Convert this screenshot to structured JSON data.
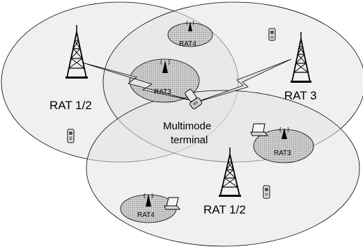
{
  "labels": {
    "rat12_left": "RAT 1/2",
    "rat3_right": "RAT 3",
    "rat12_bottom": "RAT 1/2",
    "terminal_line1": "Multimode",
    "terminal_line2": "terminal",
    "small_rat4_top": "RAT4",
    "small_rat3_center": "RAT3",
    "small_rat3_right": "RAT3",
    "small_rat4_bottom": "RAT4"
  },
  "colors": {
    "cell_fill": "#d9d9d9",
    "small_cell_fill": "#bfbfbf",
    "stroke": "#000000"
  }
}
